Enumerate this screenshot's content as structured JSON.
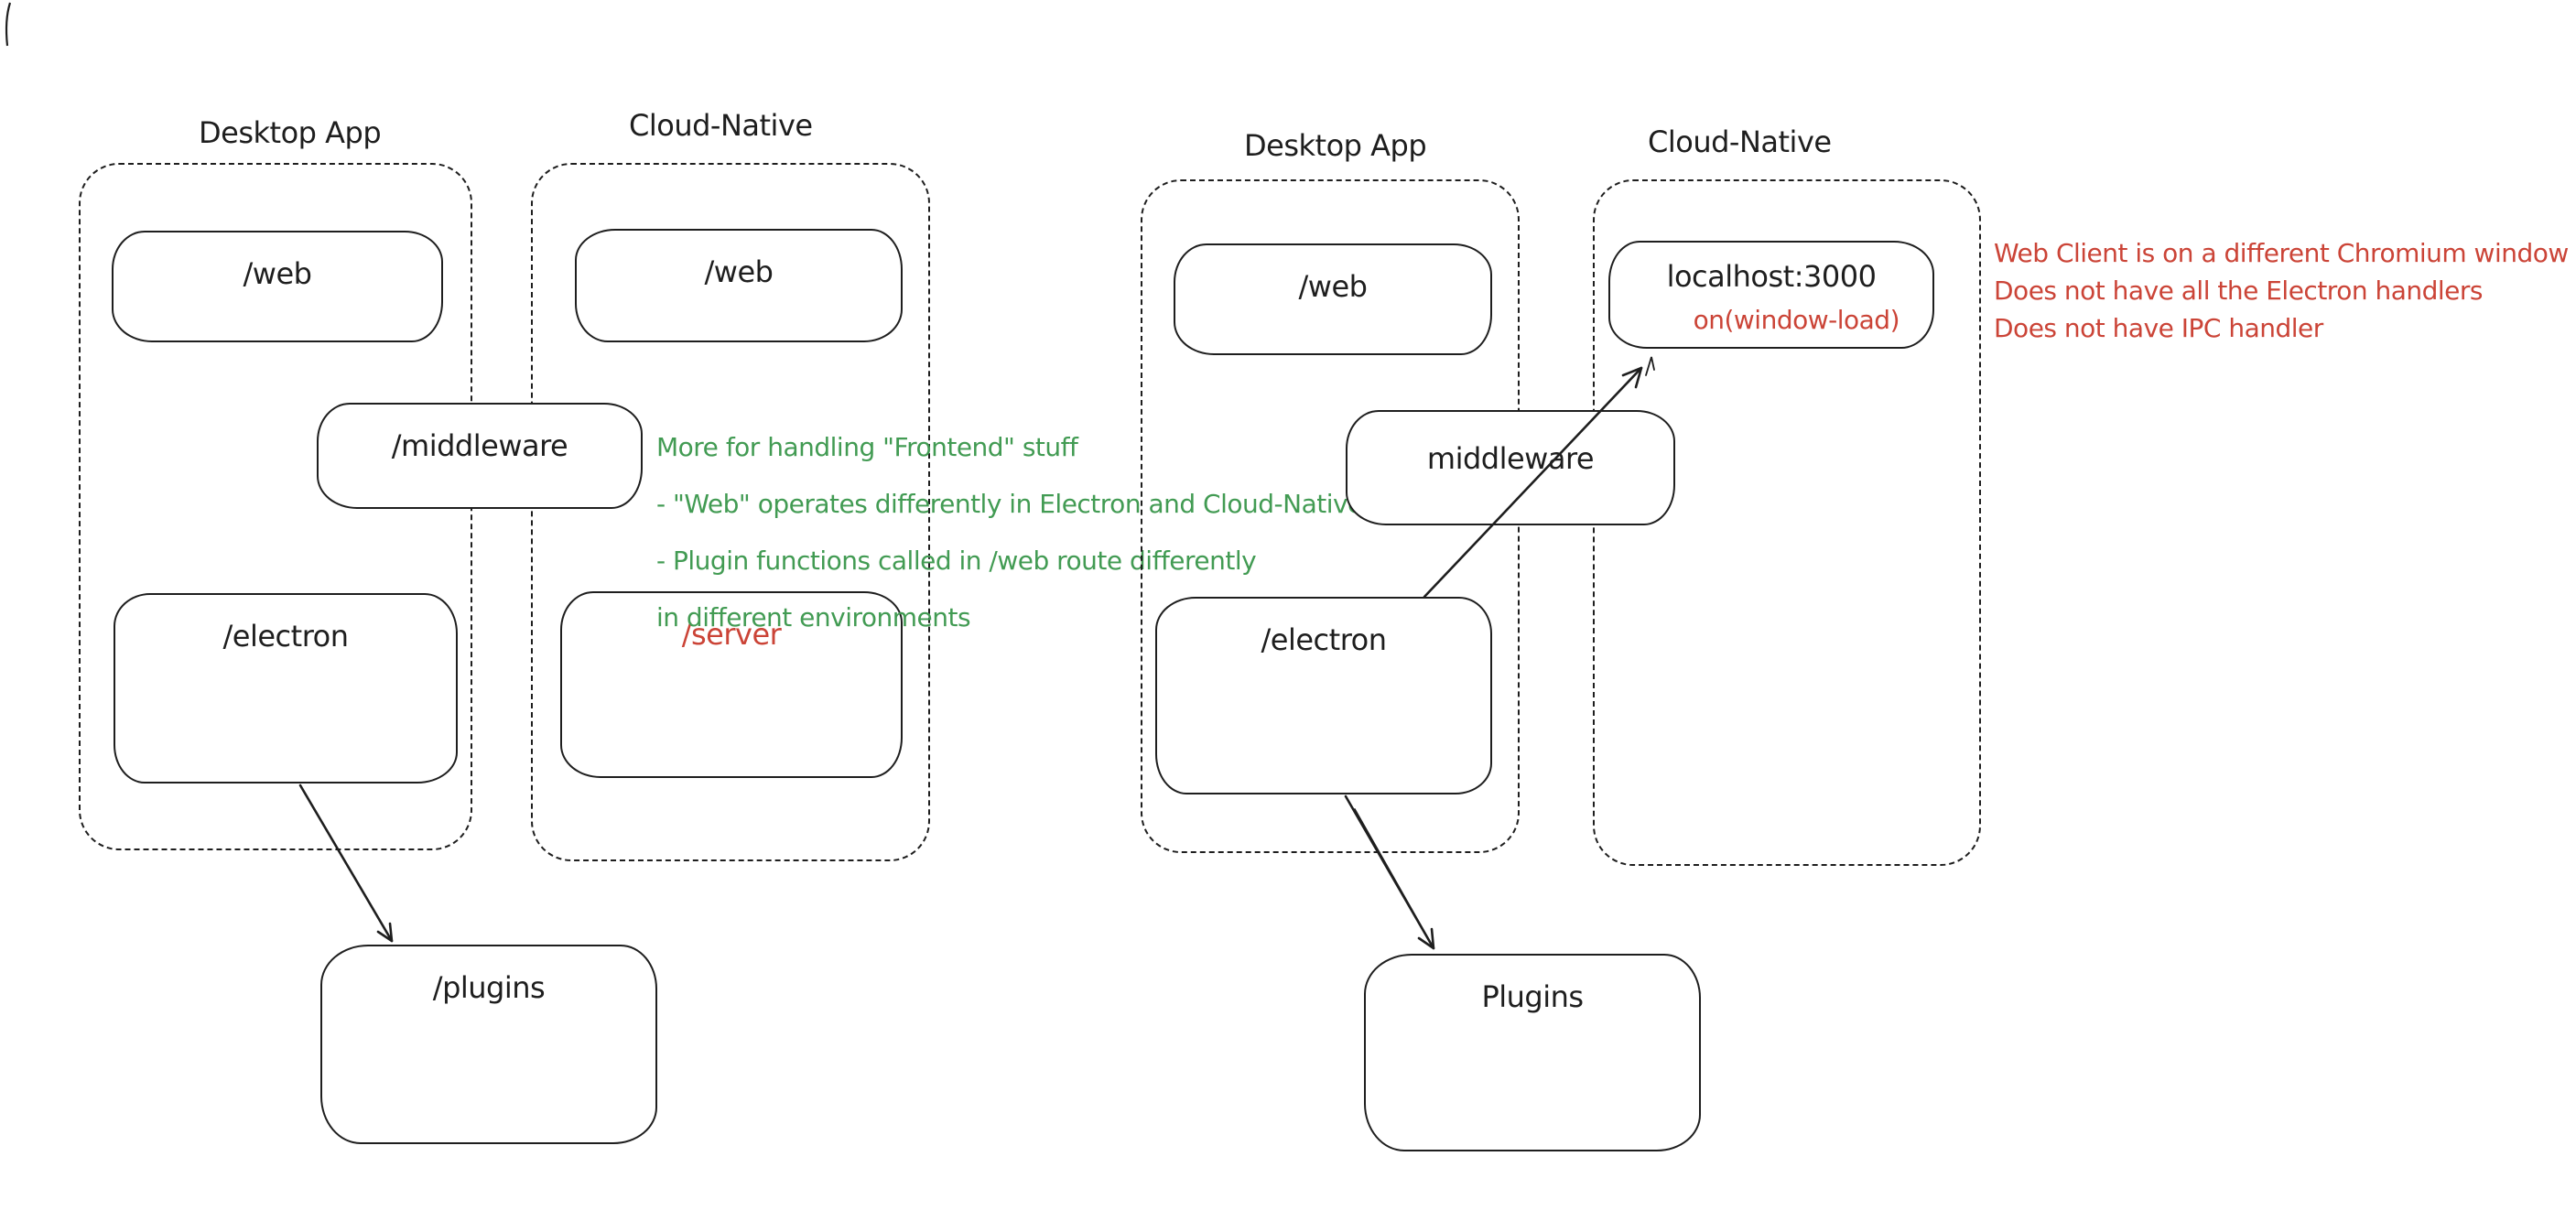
{
  "colors": {
    "ink": "#1e1e1e",
    "green": "#429b53",
    "red": "#cb4437",
    "background": "#ffffff"
  },
  "left_diagram": {
    "desktop_container_label": "Desktop App",
    "cloud_container_label": "Cloud-Native",
    "desktop_web_box": "/web",
    "cloud_web_box": "/web",
    "middleware_box": "/middleware",
    "electron_box": "/electron",
    "server_box": "/server",
    "plugins_box": "/plugins",
    "green_note": [
      "More for handling \"Frontend\" stuff",
      "- \"Web\" operates differently in Electron and Cloud-Native",
      "- Plugin functions called in /web route differently",
      "in different environments"
    ]
  },
  "right_diagram": {
    "desktop_container_label": "Desktop App",
    "cloud_container_label": "Cloud-Native",
    "desktop_web_box": "/web",
    "localhost_box": "localhost:3000",
    "localhost_handler": "on(window-load)",
    "middleware_box": "middleware",
    "electron_box": "/electron",
    "plugins_box": "Plugins",
    "red_note": [
      "Web Client is on a different Chromium window",
      "Does not have all the Electron handlers",
      "Does not have IPC handler"
    ]
  }
}
